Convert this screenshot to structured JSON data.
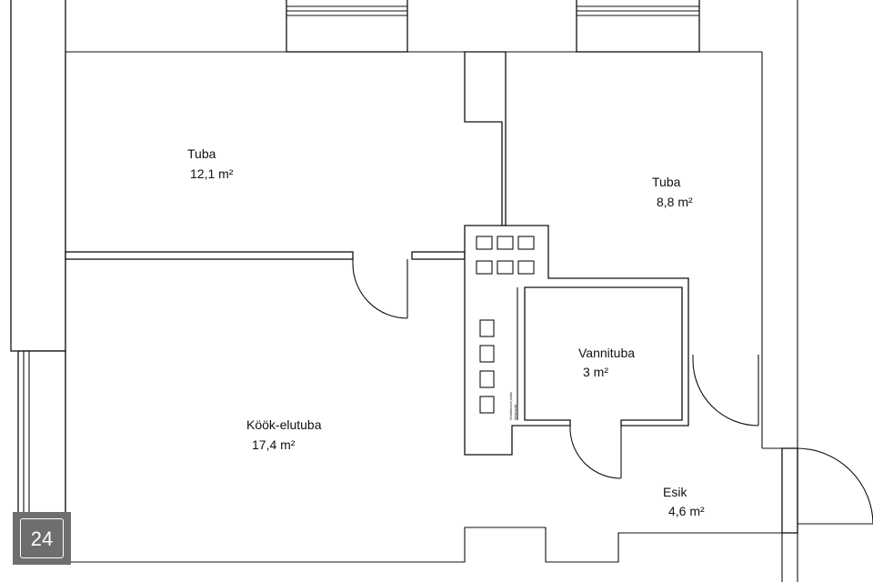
{
  "rooms": [
    {
      "name": "Tuba",
      "area": "12,1 m²"
    },
    {
      "name": "Tuba",
      "area": "8,8 m²"
    },
    {
      "name": "Vannituba",
      "area": "3 m²"
    },
    {
      "name": "Köök-elutuba",
      "area": "17,4 m²"
    },
    {
      "name": "Esik",
      "area": "4,6 m²"
    }
  ],
  "shaft_note": [
    "Ventilatsiooni püstik",
    "Veetorustik"
  ],
  "badge": {
    "number": "24"
  }
}
